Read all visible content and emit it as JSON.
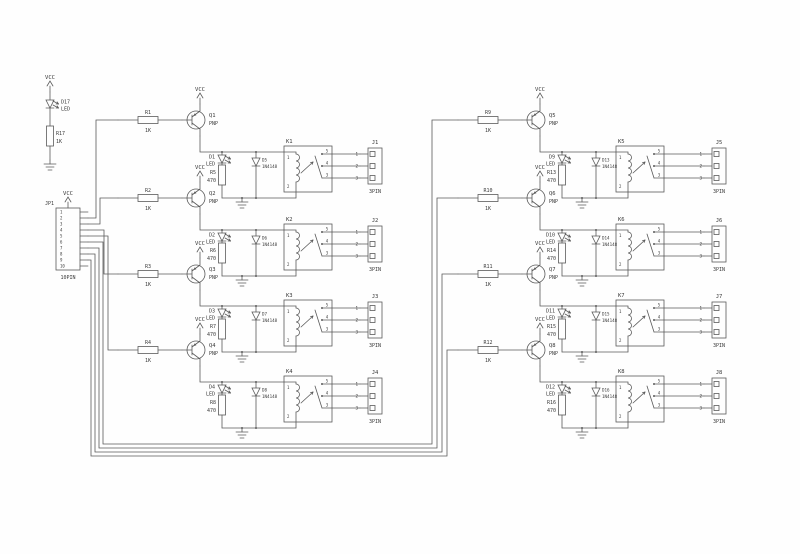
{
  "schematic": {
    "colors": {
      "background": "#fefefe",
      "wire": "#5a5a5a",
      "text": "#3a3a3a"
    },
    "labels": {
      "vcc": "VCC"
    },
    "power_indicator": {
      "led_ref": "D17",
      "led_label": "LED",
      "res_ref": "R17",
      "res_value": "1K"
    },
    "input_connector": {
      "ref": "JP1",
      "label": "10PIN",
      "pins": [
        "1",
        "2",
        "3",
        "4",
        "5",
        "6",
        "7",
        "8",
        "9",
        "10"
      ]
    },
    "relay_pins": {
      "coil": [
        "1",
        "2"
      ],
      "contacts": [
        "5",
        "4",
        "3"
      ]
    },
    "connector_pins": [
      "1",
      "2",
      "3"
    ],
    "channels": [
      {
        "transistor_ref": "Q1",
        "transistor_type": "PNP",
        "base_res_ref": "R1",
        "base_res_value": "1K",
        "led_ref": "D1",
        "led_label": "LED",
        "led_res_ref": "R5",
        "led_res_value": "470",
        "diode_ref": "D5",
        "diode_type": "1N4148",
        "relay_ref": "K1",
        "conn_ref": "J1",
        "conn_label": "3PIN"
      },
      {
        "transistor_ref": "Q2",
        "transistor_type": "PNP",
        "base_res_ref": "R2",
        "base_res_value": "1K",
        "led_ref": "D2",
        "led_label": "LED",
        "led_res_ref": "R6",
        "led_res_value": "470",
        "diode_ref": "D6",
        "diode_type": "1N4148",
        "relay_ref": "K2",
        "conn_ref": "J2",
        "conn_label": "3PIN"
      },
      {
        "transistor_ref": "Q3",
        "transistor_type": "PNP",
        "base_res_ref": "R3",
        "base_res_value": "1K",
        "led_ref": "D3",
        "led_label": "LED",
        "led_res_ref": "R7",
        "led_res_value": "470",
        "diode_ref": "D7",
        "diode_type": "1N4148",
        "relay_ref": "K3",
        "conn_ref": "J3",
        "conn_label": "3PIN"
      },
      {
        "transistor_ref": "Q4",
        "transistor_type": "PNP",
        "base_res_ref": "R4",
        "base_res_value": "1K",
        "led_ref": "D4",
        "led_label": "LED",
        "led_res_ref": "R8",
        "led_res_value": "470",
        "diode_ref": "D8",
        "diode_type": "1N4148",
        "relay_ref": "K4",
        "conn_ref": "J4",
        "conn_label": "3PIN"
      },
      {
        "transistor_ref": "Q5",
        "transistor_type": "PNP",
        "base_res_ref": "R9",
        "base_res_value": "1K",
        "led_ref": "D9",
        "led_label": "LED",
        "led_res_ref": "R13",
        "led_res_value": "470",
        "diode_ref": "D13",
        "diode_type": "1N4148",
        "relay_ref": "K5",
        "conn_ref": "J5",
        "conn_label": "3PIN"
      },
      {
        "transistor_ref": "Q6",
        "transistor_type": "PNP",
        "base_res_ref": "R10",
        "base_res_value": "1K",
        "led_ref": "D10",
        "led_label": "LED",
        "led_res_ref": "R14",
        "led_res_value": "470",
        "diode_ref": "D14",
        "diode_type": "1N4148",
        "relay_ref": "K6",
        "conn_ref": "J6",
        "conn_label": "3PIN"
      },
      {
        "transistor_ref": "Q7",
        "transistor_type": "PNP",
        "base_res_ref": "R11",
        "base_res_value": "1K",
        "led_ref": "D11",
        "led_label": "LED",
        "led_res_ref": "R15",
        "led_res_value": "470",
        "diode_ref": "D15",
        "diode_type": "1N4148",
        "relay_ref": "K7",
        "conn_ref": "J7",
        "conn_label": "3PIN"
      },
      {
        "transistor_ref": "Q8",
        "transistor_type": "PNP",
        "base_res_ref": "R12",
        "base_res_value": "1K",
        "led_ref": "D12",
        "led_label": "LED",
        "led_res_ref": "R16",
        "led_res_value": "470",
        "diode_ref": "D16",
        "diode_type": "1N4148",
        "relay_ref": "K8",
        "conn_ref": "J8",
        "conn_label": "3PIN"
      }
    ]
  }
}
